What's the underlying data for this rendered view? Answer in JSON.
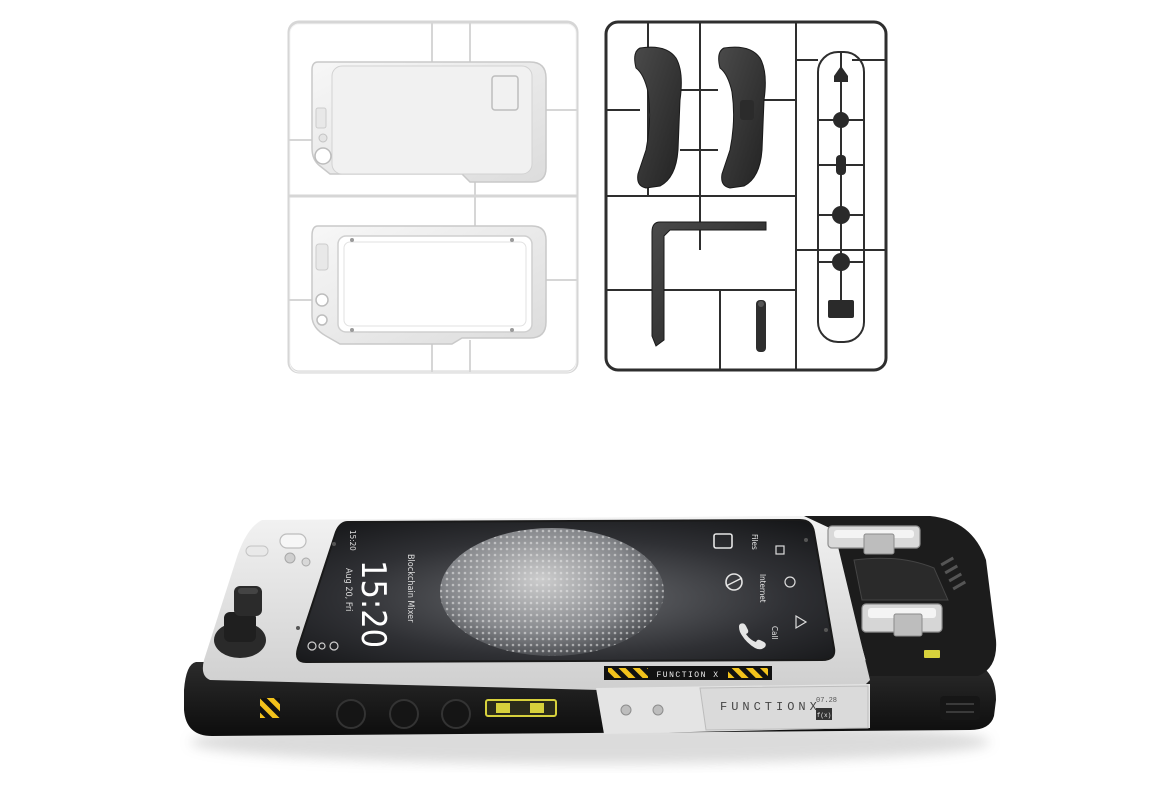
{
  "phone": {
    "screen": {
      "time": "15:20",
      "date": "Aug 20, Fri",
      "location": "Blockchain Mixer",
      "status_time": "15:20",
      "app_files": "Files",
      "app_internet": "Internet",
      "app_call": "Call"
    },
    "brand_plate": "FUNCTION X",
    "brand_side": "FUNCTIONX",
    "side_code": "07.28",
    "side_badge": "f(x)"
  },
  "colors": {
    "kit_light": "#eeeeee",
    "kit_dark": "#3a3a3a",
    "body_black": "#1b1b1b",
    "body_white": "#e6e6e6",
    "hazard_yellow": "#f2c21b",
    "accent_lime": "#d7d13c"
  }
}
